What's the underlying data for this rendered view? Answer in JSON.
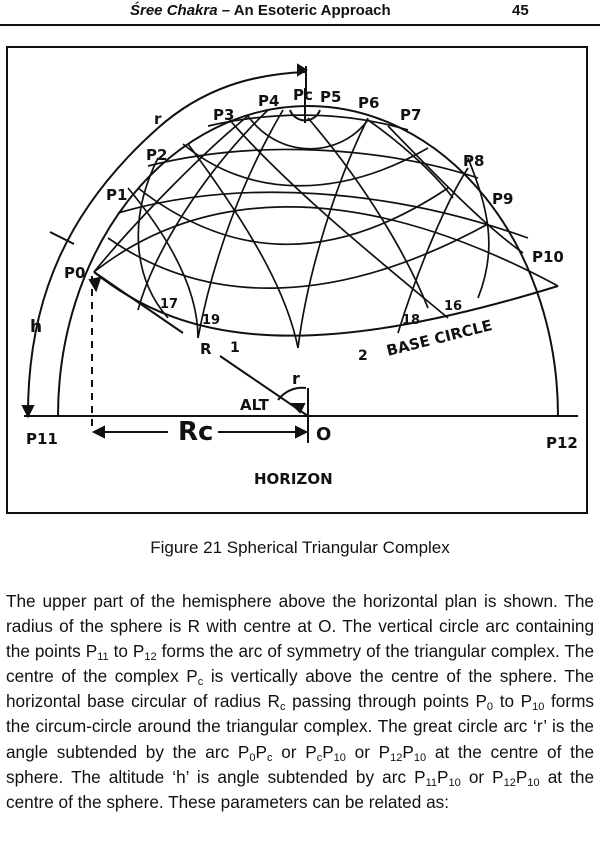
{
  "header": {
    "book_title_italic": "Śree Chakra",
    "book_title_separator": " – ",
    "book_title_rest": "An Esoteric Approach",
    "page_number": "45"
  },
  "figure": {
    "labels": {
      "r_arc": "r",
      "p3": "P3",
      "p4": "P4",
      "pc": "Pc",
      "p5": "P5",
      "p6": "P6",
      "p7": "P7",
      "p2": "P2",
      "p1": "P1",
      "p8": "P8",
      "p9": "P9",
      "p10": "P10",
      "p0": "P0",
      "p11": "P11",
      "p12": "P12",
      "h": "h",
      "n17": "17",
      "n19": "19",
      "n18": "18",
      "n16": "16",
      "n1": "1",
      "n2": "2",
      "R": "R",
      "base_circle": "BASE CIRCLE",
      "alt": "ALT",
      "r_small": "r",
      "rc": "Rc",
      "o": "O",
      "horizon": "HORIZON"
    }
  },
  "caption": "Figure 21 Spherical Triangular Complex",
  "paragraph": {
    "s1": "The upper part of the hemisphere above the horizontal plan is shown. The radius of the sphere is R with centre at O. The vertical circle arc containing the points P",
    "s1_sub_a": "11",
    "s1_mid": " to P",
    "s1_sub_b": "12",
    "s2": " forms the arc of symmetry of the triangular complex. The centre of the complex P",
    "s2_sub": "c",
    "s3": " is vertically above the centre of the sphere. The horizontal base circular of radius R",
    "s3_sub": "c",
    "s4": " passing through points P",
    "s4_sub_a": "0",
    "s4_mid": " to P",
    "s4_sub_b": "10",
    "s5": " forms the circum-circle around the triangular complex. The great circle arc ‘r’ is the angle subtended by the arc P",
    "s5_sub_a": "0",
    "s5_mid_a": "P",
    "s5_sub_b": "c",
    "s5_mid_b": " or P",
    "s5_sub_c": "c",
    "s5_mid_c": "P",
    "s5_sub_d": "10",
    "s5_mid_d": " or P",
    "s5_sub_e": "12",
    "s5_mid_e": "P",
    "s5_sub_f": "10",
    "s6": " at the centre of the sphere. The altitude ‘h’ is angle subtended by arc P",
    "s6_sub_a": "11",
    "s6_mid_a": "P",
    "s6_sub_b": "10",
    "s6_mid_b": " or P",
    "s6_sub_c": "12",
    "s6_mid_c": "P",
    "s6_sub_d": "10",
    "s7": " at the centre of the sphere. These parameters can be related as:"
  }
}
